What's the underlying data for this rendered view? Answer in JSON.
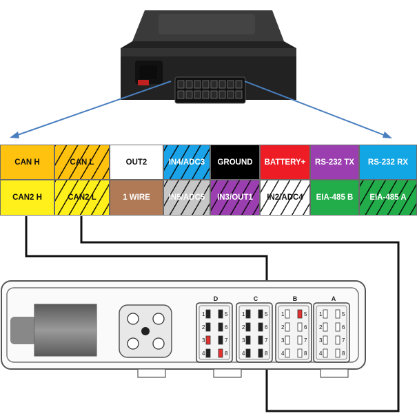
{
  "pin_rows": [
    [
      {
        "label": "CAN H",
        "bg": "#ffc20e",
        "fg": "#111111",
        "hatched": false
      },
      {
        "label": "CAN L",
        "bg": "#ffc20e",
        "fg": "#111111",
        "hatched": true
      },
      {
        "label": "OUT2",
        "bg": "#ffffff",
        "fg": "#111111",
        "hatched": false
      },
      {
        "label": "IN4/ADC3",
        "bg": "#1aa3e8",
        "fg": "#ffffff",
        "hatched": true
      },
      {
        "label": "GROUND",
        "bg": "#000000",
        "fg": "#ffffff",
        "hatched": false
      },
      {
        "label": "BATTERY+",
        "bg": "#ee1c25",
        "fg": "#ffffff",
        "hatched": false
      },
      {
        "label": "RS-232 TX",
        "bg": "#9b3fb0",
        "fg": "#ffffff",
        "hatched": false
      },
      {
        "label": "RS-232 RX",
        "bg": "#12a6e4",
        "fg": "#ffffff",
        "hatched": false
      }
    ],
    [
      {
        "label": "CAN2 H",
        "bg": "#ffef1a",
        "fg": "#111111",
        "hatched": false
      },
      {
        "label": "CAN2 L",
        "bg": "#ffef1a",
        "fg": "#111111",
        "hatched": true
      },
      {
        "label": "1 WIRE",
        "bg": "#b07a56",
        "fg": "#ffffff",
        "hatched": false
      },
      {
        "label": "IN5/ADC5",
        "bg": "#c7c7c7",
        "fg": "#ffffff",
        "hatched": true
      },
      {
        "label": "IN3/OUT1",
        "bg": "#9b3fb0",
        "fg": "#ffffff",
        "hatched": true
      },
      {
        "label": "IN2/ADC4",
        "bg": "#ffffff",
        "fg": "#111111",
        "hatched": true
      },
      {
        "label": "EIA-485 B",
        "bg": "#22ad4a",
        "fg": "#ffffff",
        "hatched": false
      },
      {
        "label": "EIA-485 A",
        "bg": "#22ad4a",
        "fg": "#ffffff",
        "hatched": true
      }
    ]
  ],
  "connectors": [
    {
      "letter": "D",
      "left_pins": [
        "1",
        "2",
        "3",
        "4"
      ],
      "right_pins": [
        "5",
        "6",
        "7",
        "8"
      ],
      "red_pins": [
        "3",
        "8"
      ]
    },
    {
      "letter": "C",
      "left_pins": [
        "1",
        "2",
        "3",
        "4"
      ],
      "right_pins": [
        "5",
        "6",
        "7",
        "8"
      ],
      "red_pins": []
    },
    {
      "letter": "B",
      "left_pins": [
        "1",
        "2",
        "3",
        "4"
      ],
      "right_pins": [
        "5",
        "6",
        "7",
        "8"
      ],
      "red_pins": [
        "5"
      ]
    },
    {
      "letter": "A",
      "left_pins": [
        "1",
        "2",
        "3",
        "4"
      ],
      "right_pins": [
        "5",
        "6",
        "7",
        "8"
      ],
      "red_pins": []
    }
  ],
  "colors": {
    "device_body": "#2b2b2b",
    "arrow": "#4a7fbf",
    "wire": "#111111",
    "red_pin": "#e53030"
  },
  "icons": [
    "tracker-device",
    "iso-connector-block",
    "round-plug-socket",
    "pin-socket"
  ]
}
